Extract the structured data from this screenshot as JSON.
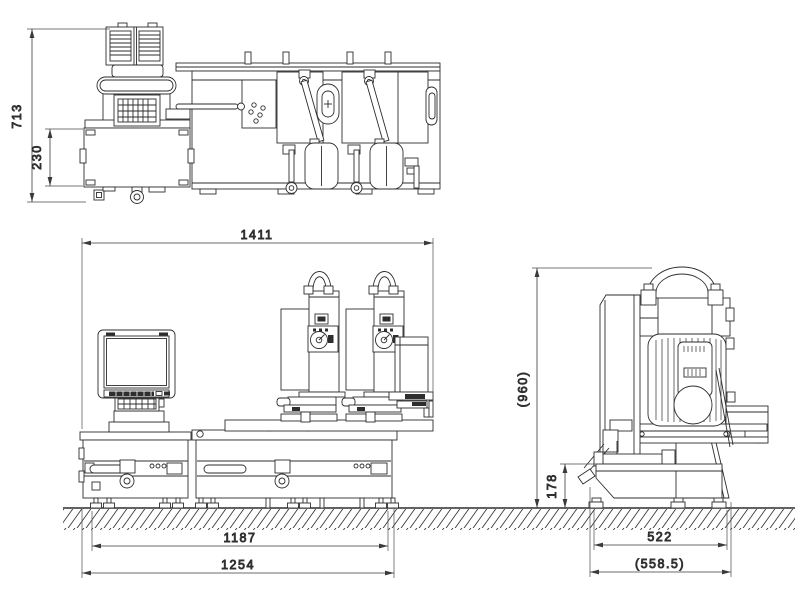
{
  "drawing": {
    "type": "technical-dimension-drawing",
    "background_color": "#ffffff",
    "line_color": "#2e2e2e",
    "dimension_color": "#3a3a3a",
    "views": {
      "top_view": {
        "dimensions": {
          "overall_depth": "713",
          "cabinet_depth": "230"
        }
      },
      "front_view": {
        "dimensions": {
          "overall_width": "1411",
          "feet_span": "1187",
          "base_width": "1254"
        }
      },
      "side_view": {
        "dimensions": {
          "overall_height": "(960)",
          "base_height": "178",
          "feet_span": "522",
          "overall_depth": "(558.5)"
        }
      }
    }
  }
}
